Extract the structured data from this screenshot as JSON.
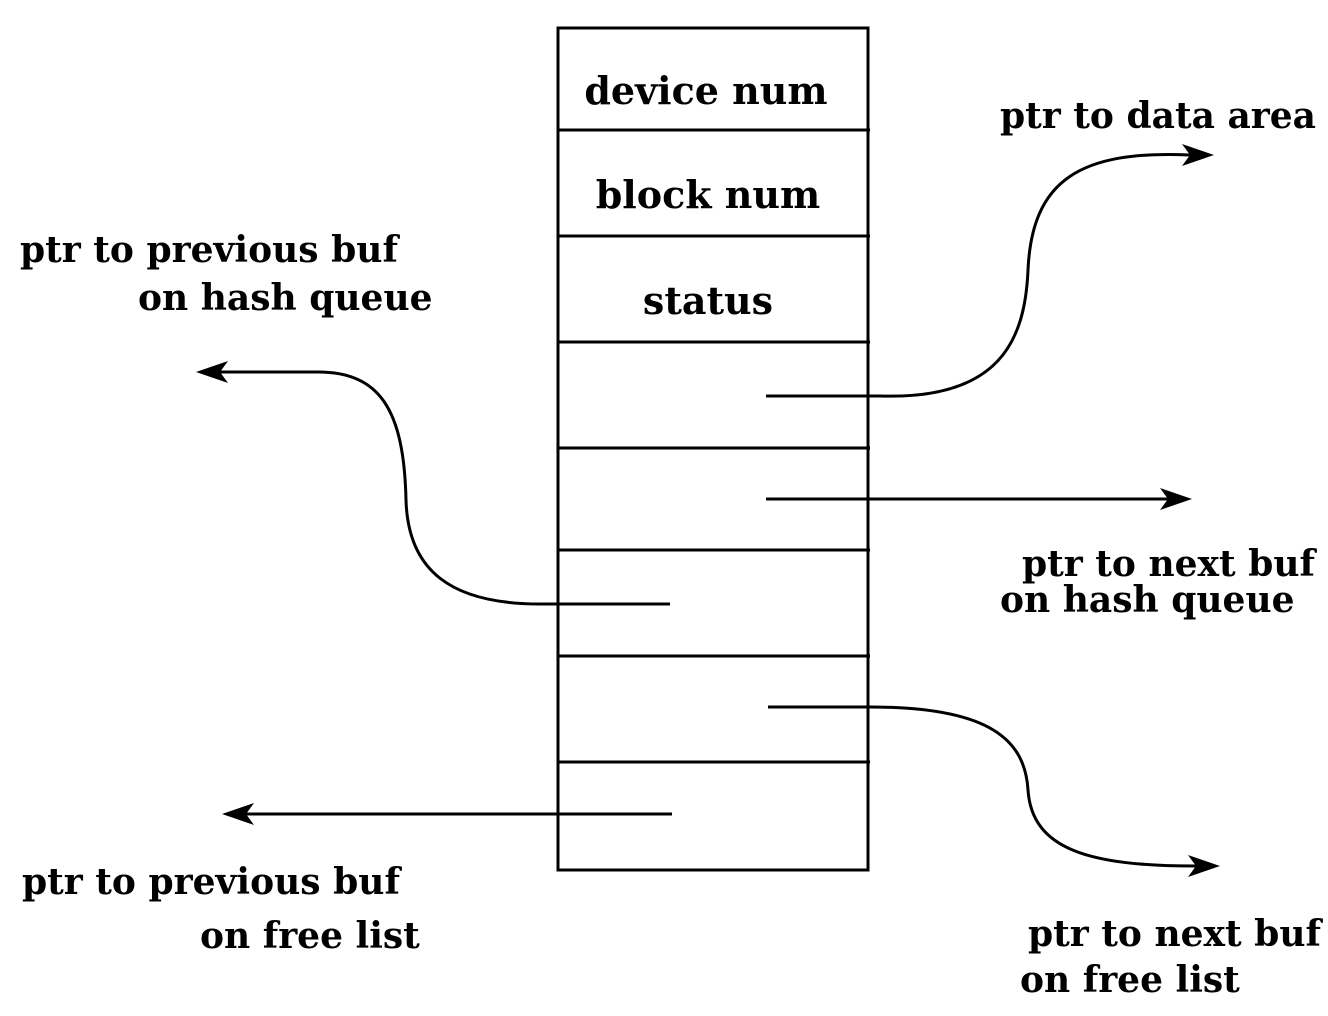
{
  "fields": [
    {
      "label": "device num"
    },
    {
      "label": "block num"
    },
    {
      "label": "status"
    },
    {
      "label": ""
    },
    {
      "label": ""
    },
    {
      "label": ""
    },
    {
      "label": ""
    },
    {
      "label": ""
    }
  ],
  "pointers": {
    "data_area": [
      "ptr to data area"
    ],
    "prev_hash": [
      "ptr to previous buf",
      "on hash queue"
    ],
    "next_hash": [
      "ptr to next buf",
      "on hash queue"
    ],
    "prev_free": [
      "ptr to previous buf",
      "on free list"
    ],
    "next_free": [
      "ptr to next buf",
      "on free list"
    ]
  }
}
